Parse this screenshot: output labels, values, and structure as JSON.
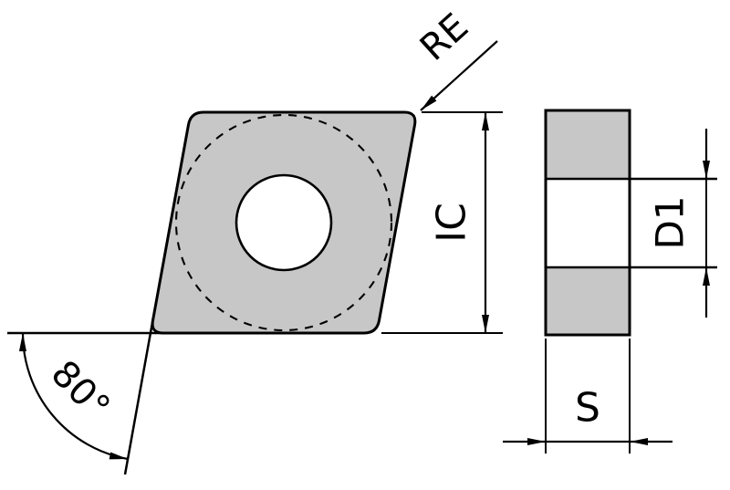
{
  "diagram": {
    "name": "indexable-insert-dimension-drawing",
    "colors": {
      "insert_fill": "#c7c7c7",
      "line_color": "#000000",
      "background": "#ffffff"
    },
    "front_view": {
      "corner_radius_label": "RE",
      "inscribed_circle_label": "IC",
      "nose_angle_label": "80°"
    },
    "side_view": {
      "hole_diameter_label": "D1",
      "thickness_label": "S"
    }
  }
}
